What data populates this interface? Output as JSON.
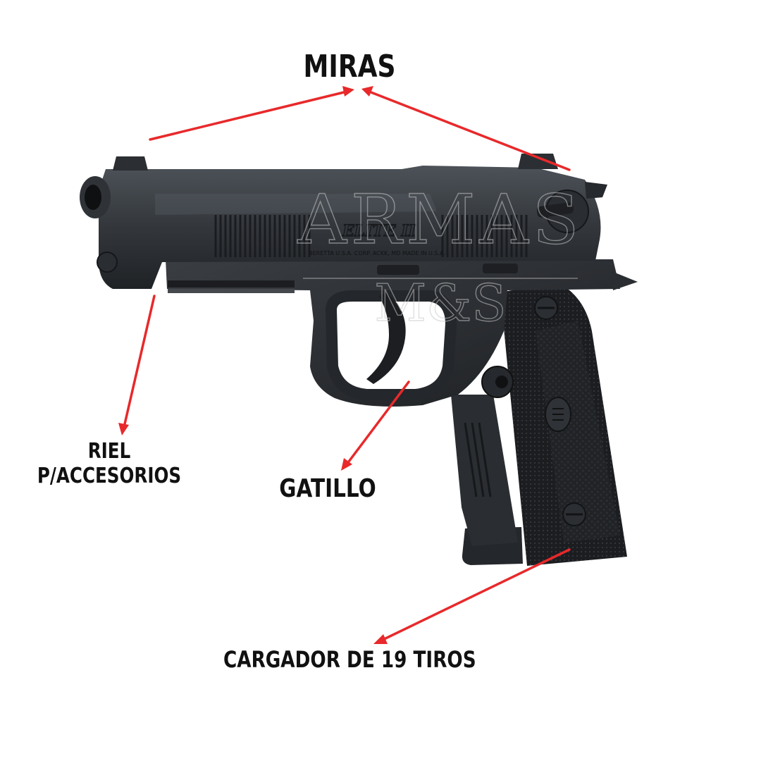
{
  "labels": {
    "miras": "MIRAS",
    "riel_line1": "RIEL",
    "riel_line2": "P/ACCESORIOS",
    "gatillo": "GATILLO",
    "cargador": "CARGADOR DE 19 TIROS"
  },
  "watermark": {
    "line1": "ARMAS",
    "line2": "M&S"
  },
  "engraving": {
    "logo": "ELITE II",
    "inscription": "BERETTA U.S.A. CORP. ACKK, MD MADE IN U.S.A."
  },
  "colors": {
    "arrow": "#e8292b",
    "label_text": "#111111",
    "pistol_body": "#2e3136",
    "pistol_shadow": "#1a1c1f",
    "pistol_highlight": "#5a5f66"
  }
}
